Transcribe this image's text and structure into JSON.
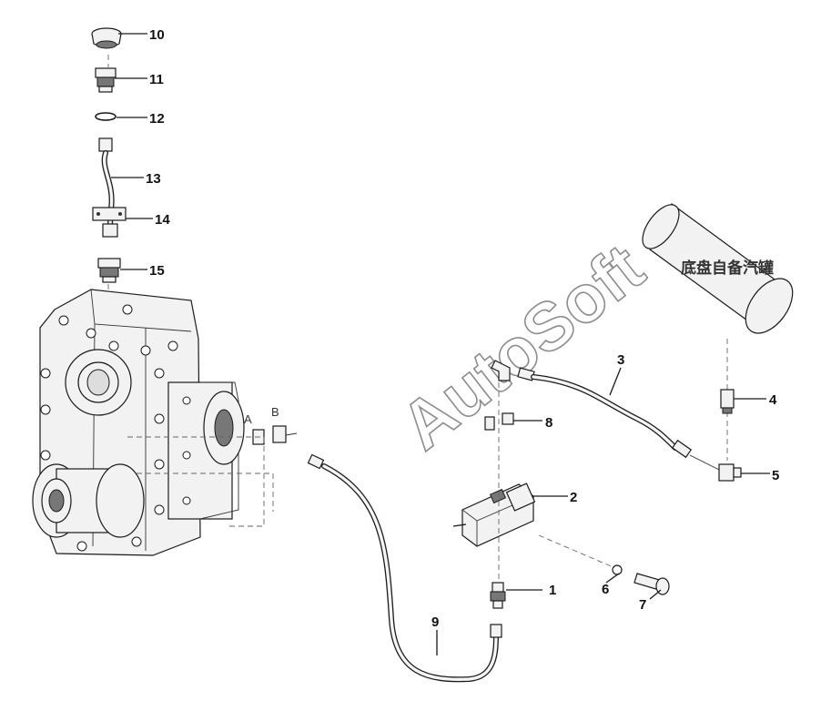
{
  "watermark": "AutoSoft",
  "tank": {
    "label": "底盘自备汽罐"
  },
  "section_marks": {
    "a": "A",
    "b": "B"
  },
  "callouts": {
    "c1": "1",
    "c2": "2",
    "c3": "3",
    "c4": "4",
    "c5": "5",
    "c6": "6",
    "c7": "7",
    "c8": "8",
    "c9": "9",
    "c10": "10",
    "c11": "11",
    "c12": "12",
    "c13": "13",
    "c14": "14",
    "c15": "15"
  }
}
